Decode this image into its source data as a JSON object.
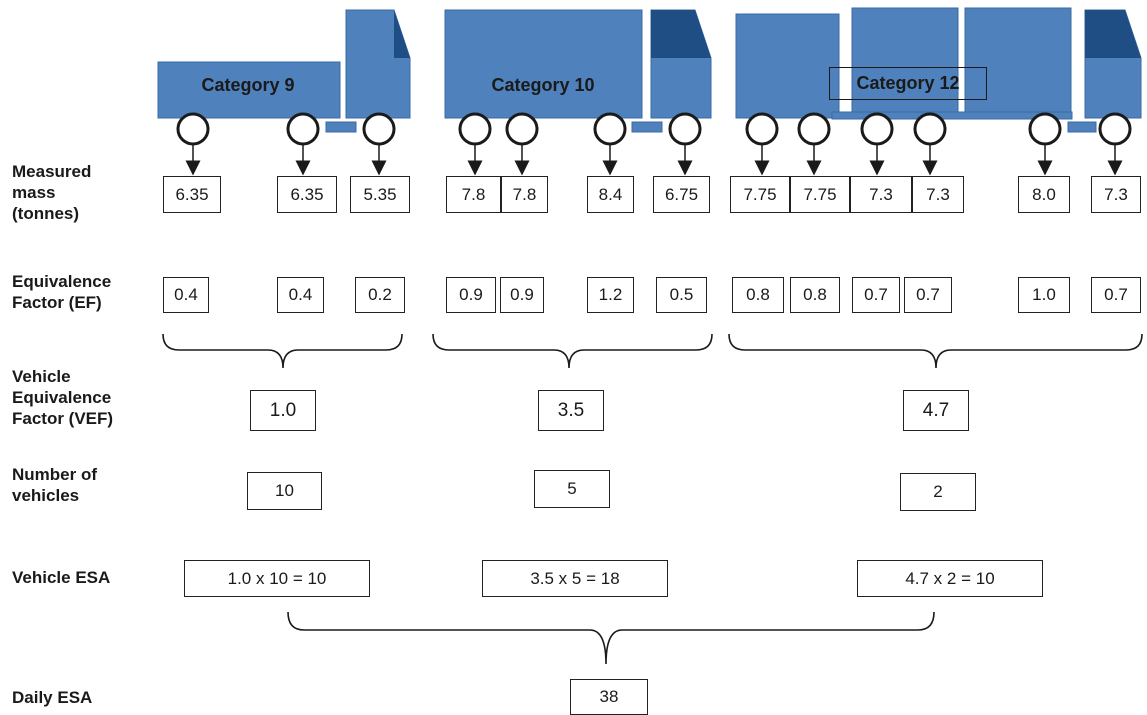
{
  "row_labels": {
    "measured_mass": "Measured\nmass\n(tonnes)",
    "ef": "Equivalence\nFactor (EF)",
    "vef": "Vehicle\nEquivalence\nFactor (VEF)",
    "num_vehicles": "Number of\nvehicles",
    "vehicle_esa": "Vehicle ESA",
    "daily_esa": "Daily ESA"
  },
  "categories": [
    {
      "name": "Category 9",
      "masses": [
        "6.35",
        "6.35",
        "5.35"
      ],
      "efs": [
        "0.4",
        "0.4",
        "0.2"
      ],
      "vef": "1.0",
      "num_vehicles": "10",
      "vehicle_esa": "1.0 x 10 = 10"
    },
    {
      "name": "Category 10",
      "masses": [
        "7.8",
        "7.8",
        "8.4",
        "6.75"
      ],
      "efs": [
        "0.9",
        "0.9",
        "1.2",
        "0.5"
      ],
      "vef": "3.5",
      "num_vehicles": "5",
      "vehicle_esa": "3.5 x 5 = 18"
    },
    {
      "name": "Category 12",
      "masses": [
        "7.75",
        "7.75",
        "7.3",
        "7.3",
        "8.0",
        "7.3"
      ],
      "efs": [
        "0.8",
        "0.8",
        "0.7",
        "0.7",
        "1.0",
        "0.7"
      ],
      "vef": "4.7",
      "num_vehicles": "2",
      "vehicle_esa": "4.7 x 2 = 10"
    }
  ],
  "daily_esa": "38",
  "colors": {
    "truck_body": "#4f81bd",
    "truck_cab_dark": "#1f4e84",
    "line": "#1a1a1a"
  }
}
